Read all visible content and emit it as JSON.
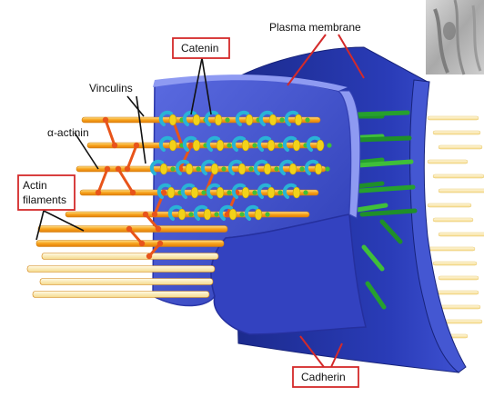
{
  "labels": {
    "plasma_membrane": "Plasma membrane",
    "catenin": "Catenin",
    "vinculins": "Vinculins",
    "alpha_actinin": "α-actinin",
    "actin_line1": "Actin",
    "actin_line2": "filaments",
    "cadherin": "Cadherin"
  },
  "colors": {
    "membrane_dark": "#1f2e9e",
    "membrane_mid": "#3345c4",
    "membrane_light": "#7f8ef0",
    "actin": "#f7a21b",
    "actin_pale": "#fbe39a",
    "alpha_actinin": "#e8541a",
    "catenin": "#f2d21a",
    "vinculin": "#29b3d6",
    "cadherin": "#2ea52e",
    "label_box": "#d42a2a"
  },
  "icons": {
    "inset_photo": "micrograph-thumbnail-icon"
  }
}
